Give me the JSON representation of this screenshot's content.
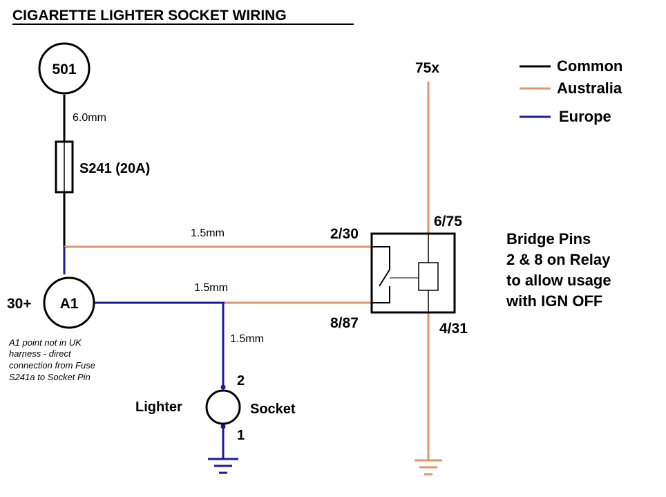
{
  "title": "CIGARETTE LIGHTER SOCKET WIRING",
  "legend": [
    {
      "label": "Common",
      "color": "#000000"
    },
    {
      "label": "Australia",
      "color": "#e0956a"
    },
    {
      "label": "Europe",
      "color": "#1a1aa0"
    }
  ],
  "colors": {
    "common": "#000000",
    "australia": "#e0956a",
    "europe": "#1a1aa0"
  },
  "nodes": {
    "n501": "501",
    "a1": "A1",
    "a1_voltage": "30+"
  },
  "fuse": {
    "label": "S241 (20A)",
    "wire_gauge": "6.0mm"
  },
  "wires": {
    "upper_gauge": "1.5mm",
    "lower_gauge": "1.5mm",
    "socket_gauge": "1.5mm"
  },
  "relay": {
    "pin_2_30": "2/30",
    "pin_8_87": "8/87",
    "pin_6_75": "6/75",
    "pin_4_31": "4/31",
    "supply": "75x"
  },
  "note": {
    "lines": [
      "Bridge Pins",
      "2 & 8 on Relay",
      "to allow usage",
      "with IGN OFF"
    ]
  },
  "a1_note": {
    "lines": [
      "A1 point not in UK",
      "harness - direct",
      "connection from Fuse",
      "S241a to Socket Pin"
    ]
  },
  "socket": {
    "left_label": "Lighter",
    "right_label": "Socket",
    "pin_top": "2",
    "pin_bottom": "1"
  }
}
